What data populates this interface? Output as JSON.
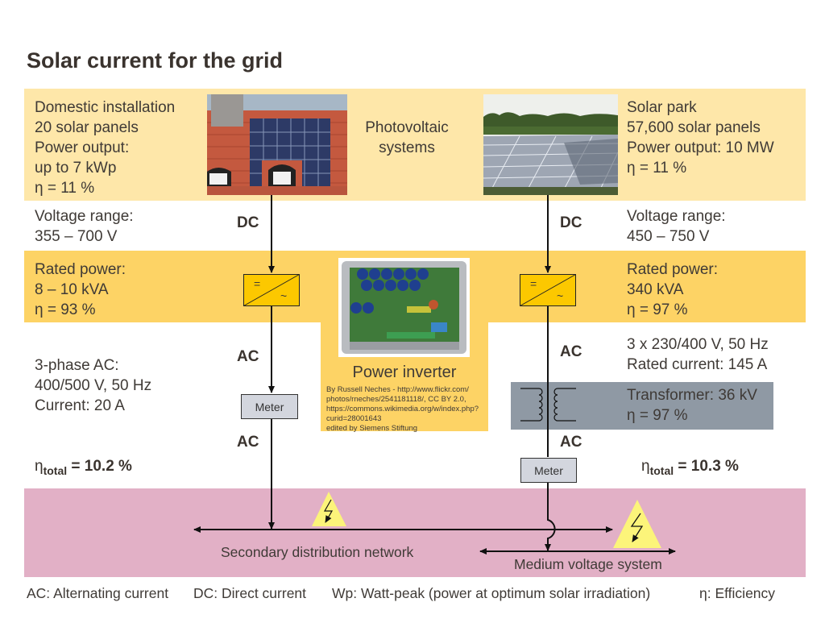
{
  "title": "Solar current for the grid",
  "colors": {
    "pale_band": "#fee7a9",
    "orange_band": "#fdd365",
    "inverter_fill": "#fcc800",
    "transformer_band": "#8f99a4",
    "grid_band": "#e2b0c6",
    "warning_yellow": "#fcf47a",
    "meter_fill": "#d3d6de"
  },
  "center": {
    "pv_label": "Photovoltaic\nsystems",
    "inverter_label": "Power inverter",
    "credit": "By Russell Neches - http://www.flickr.com/\nphotos/rneches/2541181118/, CC BY 2.0,\nhttps://commons.wikimedia.org/w/index.php?\ncurid=28001643\nedited by Siemens Stiftung"
  },
  "domestic": {
    "intro": "Domestic installation\n20 solar panels\nPower output:\nup to 7 kWp\nη = 11 %",
    "voltage": "Voltage range:\n355 – 700 V",
    "inverter": "Rated power:\n8 – 10 kVA\nη = 93 %",
    "ac_output": "3-phase AC:\n400/500 V, 50 Hz\nCurrent: 20 A",
    "eta_symbol": "η",
    "eta_sub": "total",
    "eta_value": " = 10.2 %",
    "dc_label": "DC",
    "ac_label_1": "AC",
    "ac_label_2": "AC",
    "meter_label": "Meter"
  },
  "park": {
    "intro": "Solar park\n57,600 solar panels\nPower output: 10 MW\nη = 11 %",
    "voltage": "Voltage range:\n450 – 750 V",
    "inverter": "Rated power:\n340 kVA\nη = 97 %",
    "ac_output": "3 x 230/400 V, 50 Hz\nRated current: 145 A",
    "transformer": "Transformer: 36 kV\nη = 97 %",
    "eta_symbol": "η",
    "eta_sub": "total",
    "eta_value": " = 10.3 %",
    "dc_label": "DC",
    "ac_label_1": "AC",
    "ac_label_2": "AC",
    "meter_label": "Meter"
  },
  "grid": {
    "secondary_label": "Secondary distribution network",
    "medium_label": "Medium voltage system"
  },
  "inverter_symbols": {
    "dc": "=",
    "ac": "~"
  },
  "legend": {
    "ac": "AC: Alternating current",
    "dc": "DC: Direct current",
    "wp": "Wp: Watt-peak (power at optimum solar irradiation)",
    "eta": "η: Efficiency"
  }
}
